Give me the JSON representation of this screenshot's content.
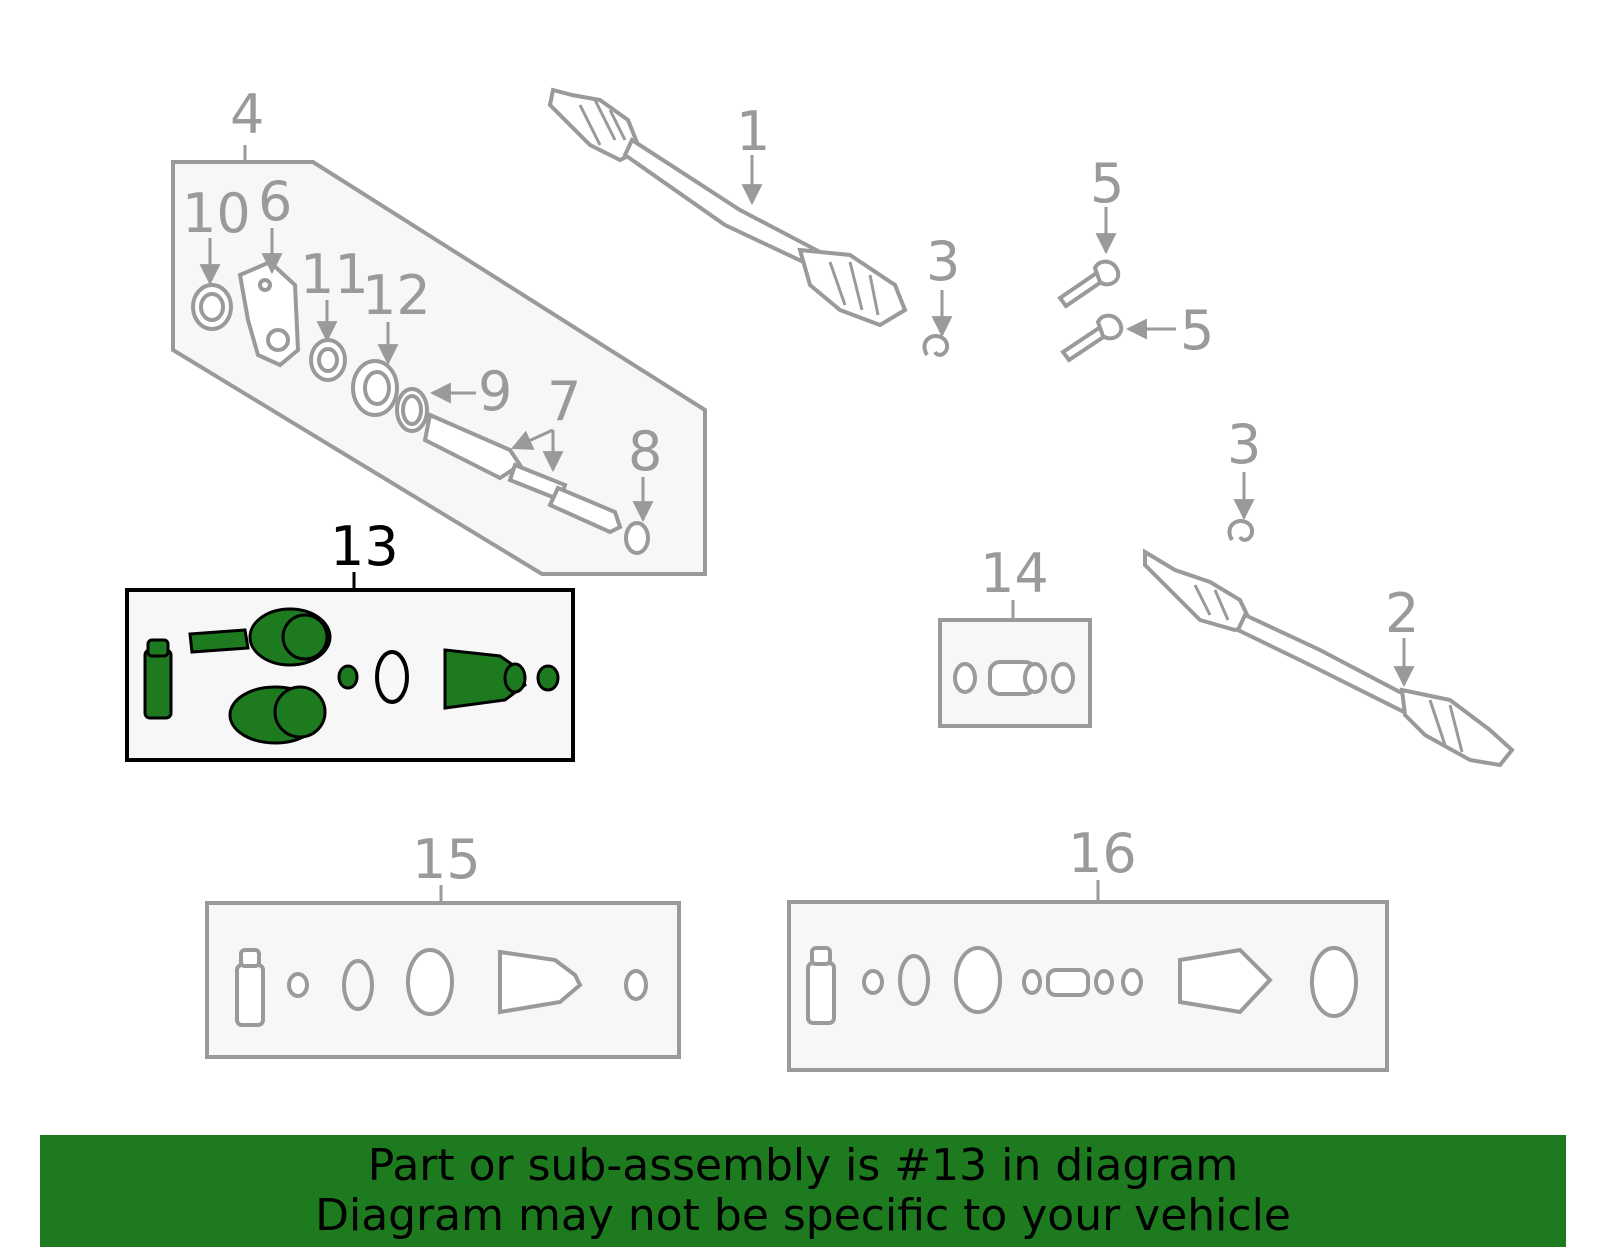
{
  "callouts": {
    "c1": "1",
    "c2": "2",
    "c3a": "3",
    "c3b": "3",
    "c4": "4",
    "c5a": "5",
    "c5b": "5",
    "c6": "6",
    "c7": "7",
    "c8": "8",
    "c9": "9",
    "c10": "10",
    "c11": "11",
    "c12": "12",
    "c13": "13",
    "c14": "14",
    "c15": "15",
    "c16": "16"
  },
  "highlight": {
    "callout": "13",
    "color": "#1e7a1e"
  },
  "banner": {
    "line1": "Part or sub-assembly is #13 in diagram",
    "line2": "Diagram may not be specific to your vehicle",
    "bg_color": "#1e7a1e"
  },
  "colors": {
    "line": "#9a9a9a",
    "panel_fill": "#f7f7f7",
    "active": "#000000"
  }
}
